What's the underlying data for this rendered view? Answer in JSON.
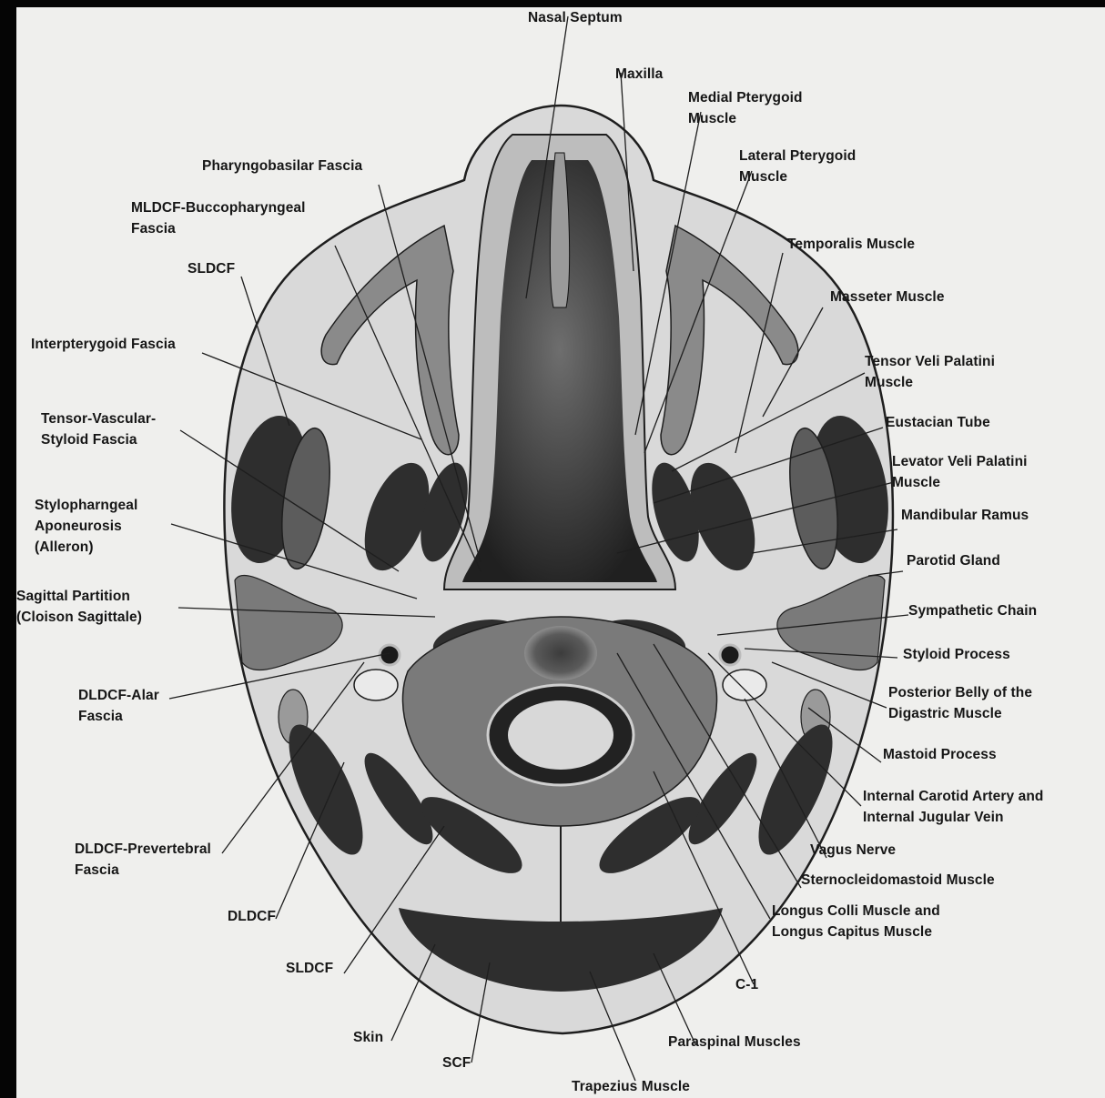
{
  "labels": {
    "nasal_septum": "Nasal Septum",
    "maxilla": "Maxilla",
    "medial_pterygoid": "Medial Pterygoid\nMuscle",
    "lateral_pterygoid": "Lateral Pterygoid\nMuscle",
    "pharyngobasilar": "Pharyngobasilar Fascia",
    "mldcf": "MLDCF-Buccopharyngeal\nFascia",
    "sldcf_top": "SLDCF",
    "temporalis": "Temporalis Muscle",
    "masseter": "Masseter Muscle",
    "interpterygoid": "Interpterygoid Fascia",
    "tensor_veli": "Tensor Veli Palatini\nMuscle",
    "tensor_vascular": "Tensor-Vascular-\nStyloid Fascia",
    "eustachian": "Eustacian Tube",
    "levator_veli": "Levator Veli Palatini\nMuscle",
    "stylopharngeal": "Stylopharngeal\nAponeurosis\n(Alleron)",
    "mandibular_ramus": "Mandibular Ramus",
    "parotid": "Parotid Gland",
    "sagittal_partition": "Sagittal Partition\n(Cloison Sagittale)",
    "sympathetic_chain": "Sympathetic Chain",
    "styloid_process": "Styloid Process",
    "dldcf_alar": "DLDCF-Alar\nFascia",
    "posterior_belly": "Posterior Belly of the\nDigastric Muscle",
    "mastoid": "Mastoid Process",
    "internal_carotid": "Internal Carotid Artery and\nInternal Jugular Vein",
    "dldcf_prevertebral": "DLDCF-Prevertebral\nFascia",
    "vagus": "Vagus Nerve",
    "sternocleidomastoid": "Sternocleidomastoid Muscle",
    "dldcf": "DLDCF",
    "longus": "Longus Colli Muscle and\nLongus Capitus Muscle",
    "sldcf_bottom": "SLDCF",
    "c1": "C-1",
    "skin": "Skin",
    "scf": "SCF",
    "paraspinal": "Paraspinal Muscles",
    "trapezius": "Trapezius Muscle"
  },
  "colors": {
    "frame": "#fcf9cf",
    "paper": "#efefed",
    "skin_fill": "#dcdcdc",
    "muscle_dark": "#2e2e2e",
    "line": "#1e1e1e"
  }
}
